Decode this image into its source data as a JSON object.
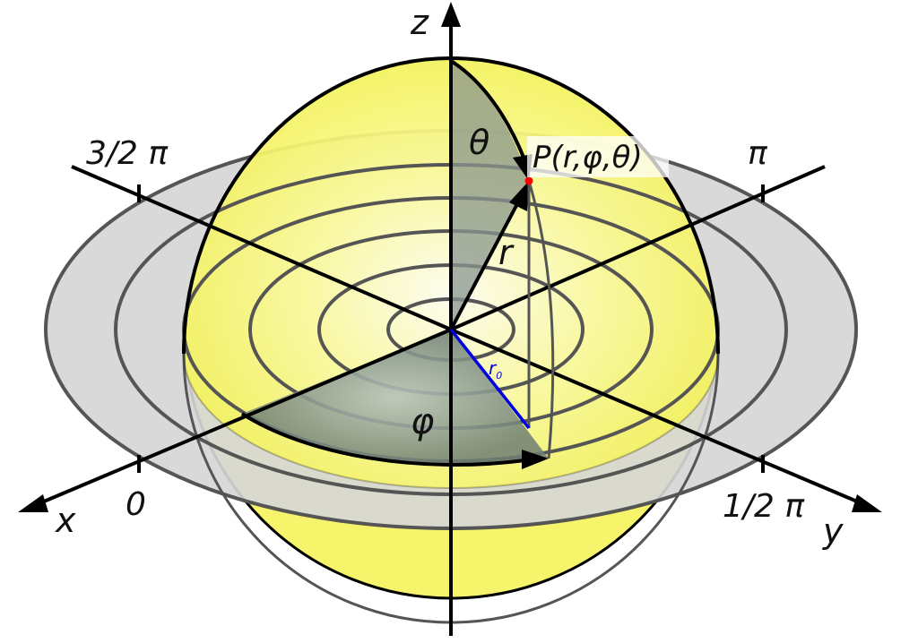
{
  "labels": {
    "z_axis": "z",
    "x_axis": "x",
    "y_axis": "y",
    "phi_zero": "0",
    "phi_half_pi": "1/2 π",
    "phi_pi": "π",
    "phi_three_half_pi": "3/2 π",
    "theta": "θ",
    "phi": "φ",
    "radius": "r",
    "radius_projection": "r",
    "radius_projection_subscript": "0",
    "point": "P(r,φ,θ)"
  },
  "colors": {
    "sphere_fill": "#f6f56e",
    "sphere_highlight": "#fffff0",
    "disk_fill": "#d4d4d4",
    "ring_stroke": "#555555",
    "axis_stroke": "#000000",
    "sector_fill": "#7a8a80",
    "projection_line": "#0000e0",
    "point_marker": "#ff0000"
  }
}
